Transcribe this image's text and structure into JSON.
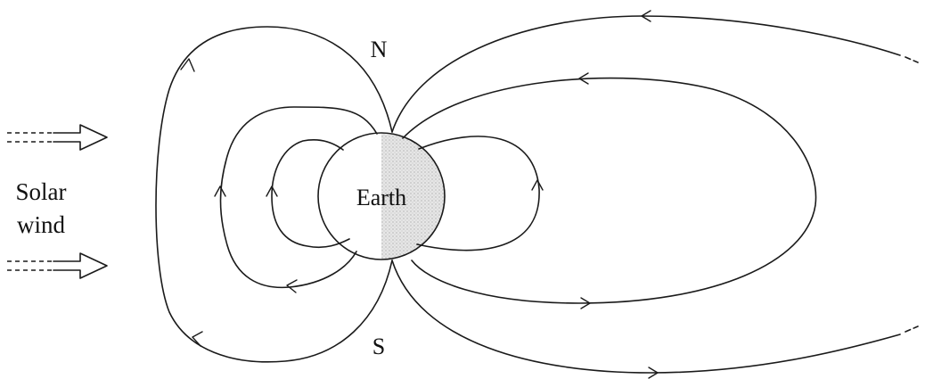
{
  "labels": {
    "north": "N",
    "south": "S",
    "earth": "Earth",
    "solar_wind_line1": "Solar",
    "solar_wind_line2": "wind"
  },
  "colors": {
    "ink": "#1a1a1a",
    "night_side_shade": "#d9d9d9"
  }
}
